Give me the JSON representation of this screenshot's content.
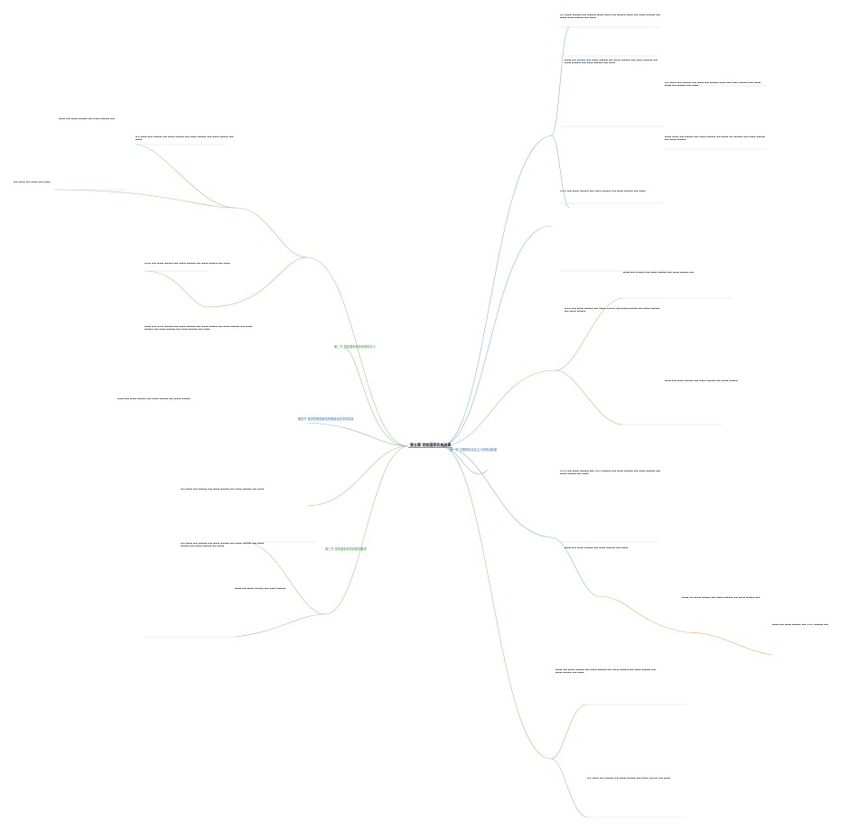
{
  "root": {
    "label": "第五章 党和国家机构改革"
  },
  "branches": [
    {
      "id": "b1",
      "label": "第一节 中国特色社会主义的政治制度",
      "color": "#2f6db3"
    },
    {
      "id": "b2",
      "label": "第二节 党和国家机构改革的意义",
      "color": "#3a8f3a"
    },
    {
      "id": "b3",
      "label": "第三节 党和国家机构改革的要求",
      "color": "#3a8f3a"
    },
    {
      "id": "b4",
      "label": "第四节 推进党和国家机构职能优化协同高效",
      "color": "#2f6db3"
    }
  ],
  "colors": {
    "line_blue": "#8fb3dd",
    "line_green": "#9ccc8f",
    "line_orange": "#e8b27a",
    "text": "#333333"
  }
}
